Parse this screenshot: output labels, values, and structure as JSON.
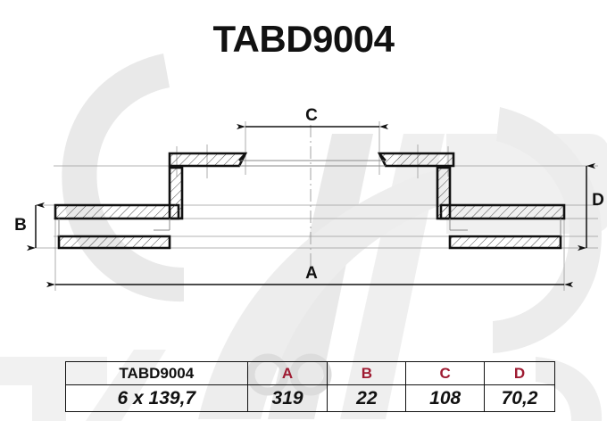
{
  "title": "TABD9004",
  "drawing": {
    "subject": "brake-disc-cross-section",
    "dimension_labels": {
      "A": "A",
      "B": "B",
      "C": "C",
      "D": "D"
    }
  },
  "spec_table": {
    "headers": [
      {
        "key": "code",
        "label": "TABD9004",
        "color": "#111111"
      },
      {
        "key": "A",
        "label": "A",
        "color": "#9e1b32"
      },
      {
        "key": "B",
        "label": "B",
        "color": "#9e1b32"
      },
      {
        "key": "C",
        "label": "C",
        "color": "#9e1b32"
      },
      {
        "key": "D",
        "label": "D",
        "color": "#9e1b32"
      }
    ],
    "values": [
      {
        "key": "code",
        "value": "6 x 139,7"
      },
      {
        "key": "A",
        "value": "319"
      },
      {
        "key": "B",
        "value": "22"
      },
      {
        "key": "C",
        "value": "108"
      },
      {
        "key": "D",
        "value": "70,2"
      }
    ]
  },
  "colors": {
    "line": "#111111",
    "thin_line": "#8a8a8a",
    "hatch": "#3a3a3a",
    "header_red": "#9e1b32",
    "watermark": "#e8e8e8",
    "background": "#ffffff"
  }
}
